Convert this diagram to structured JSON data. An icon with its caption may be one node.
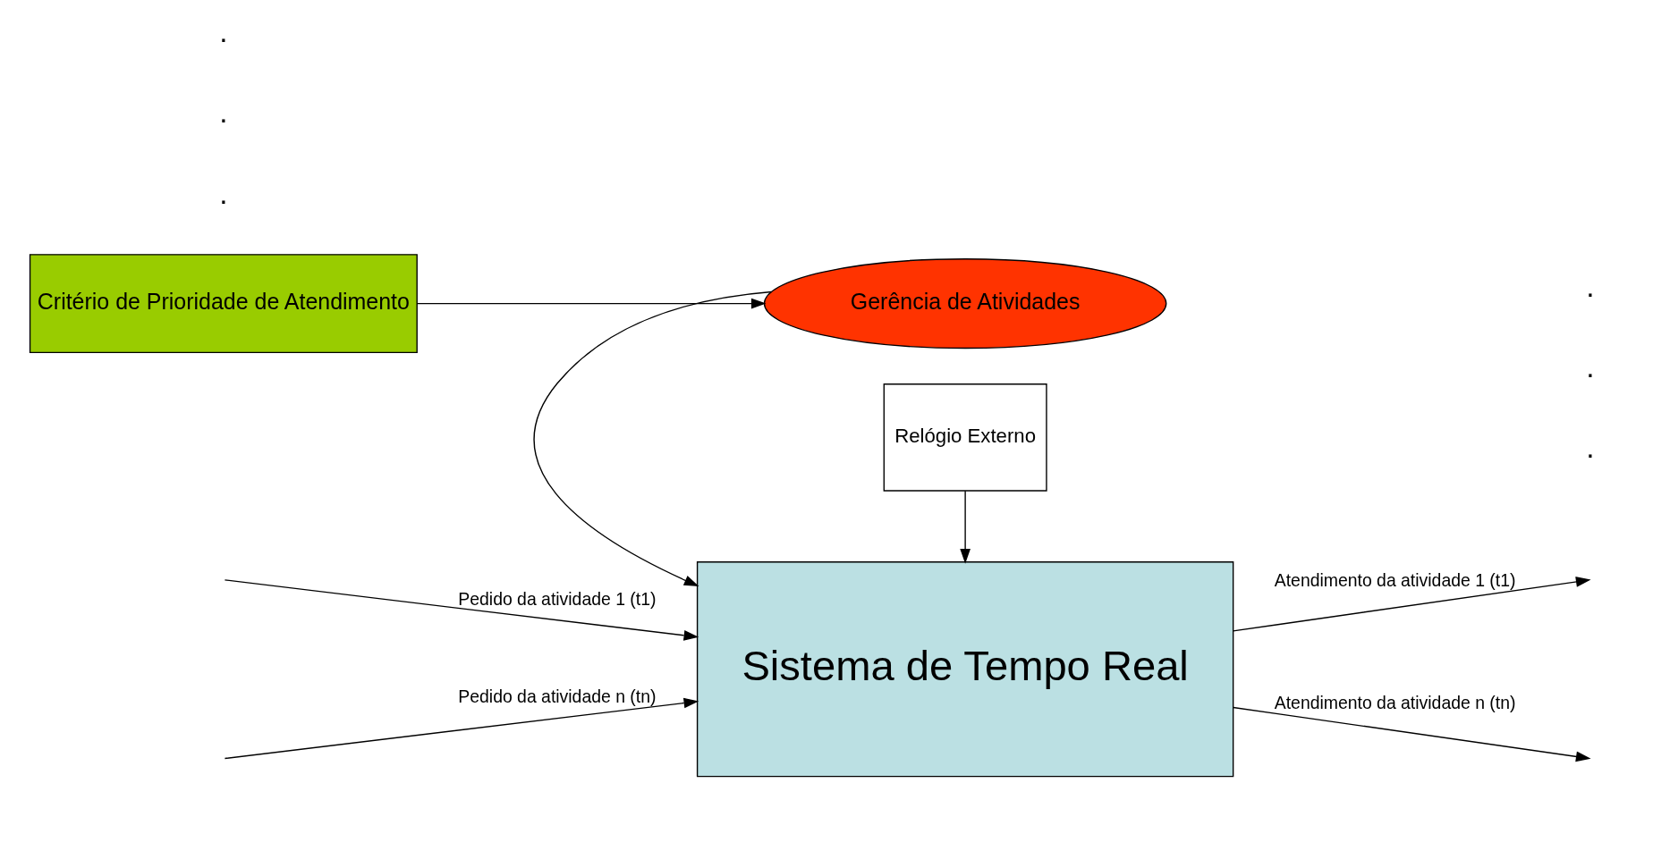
{
  "diagram": {
    "nodes": [
      {
        "text": [
          "Critério de Prioridade de Atendimento"
        ]
      },
      {
        "text": [
          "Gerência de Atividades"
        ]
      },
      {
        "text": [
          "Sistema de Tempo Real"
        ]
      },
      {
        "text": [
          "Relógio Externo"
        ]
      }
    ],
    "edges": [
      {
        "from": 0,
        "to": 1,
        "arrow": "to"
      },
      {
        "from": 1,
        "to": 2,
        "arrow": "to"
      },
      {
        "from": null,
        "to": 2,
        "arrow": "to",
        "label": "Pedido da atividade 1 (t1)"
      },
      {
        "from": null,
        "to": 2,
        "arrow": "to",
        "label": "Pedido da atividade n (tn)"
      },
      {
        "from": 2,
        "to": null,
        "arrow": "to",
        "label": "Atendimento da atividade 1 (t1)"
      },
      {
        "from": 2,
        "to": null,
        "arrow": "to",
        "label": "Atendimento da atividade n (tn)"
      },
      {
        "from": 3,
        "to": 2,
        "arrow": "to"
      }
    ],
    "labels": [
      ".",
      ".",
      ".",
      ".",
      ".",
      "."
    ]
  }
}
